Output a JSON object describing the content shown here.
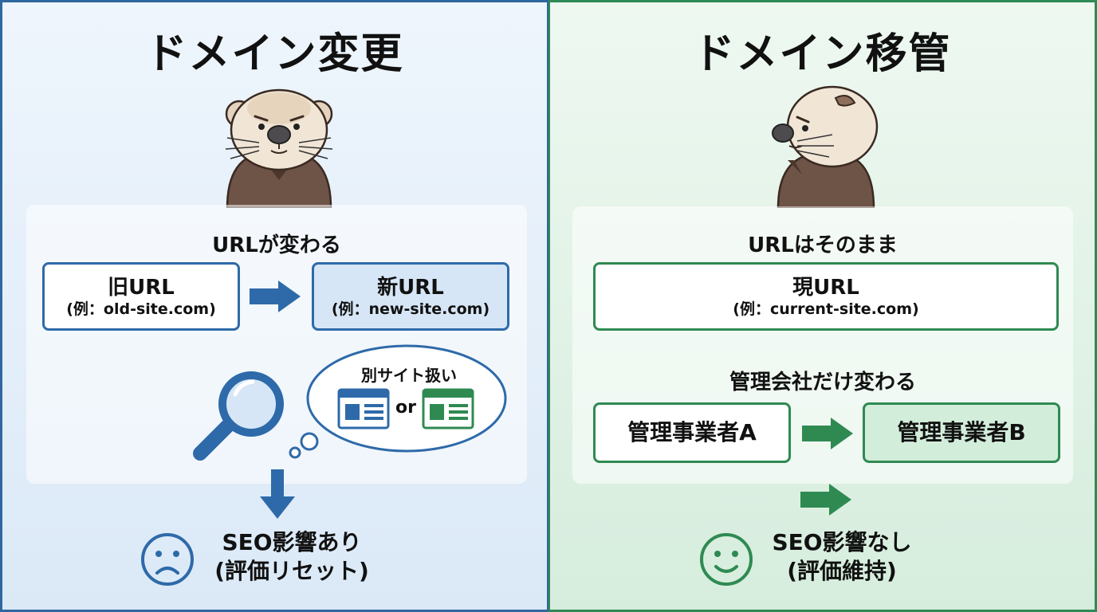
{
  "left": {
    "title": "ドメイン変更",
    "caption": "URLが変わる",
    "old_box": {
      "title": "旧URL",
      "example": "(例：old-site.com)"
    },
    "new_box": {
      "title": "新URL",
      "example": "(例：new-site.com)"
    },
    "bubble": {
      "text": "別サイト扱い",
      "or": "or"
    },
    "result": {
      "line1": "SEO影響あり",
      "line2": "(評価リセット)"
    }
  },
  "right": {
    "title": "ドメイン移管",
    "caption": "URLはそのまま",
    "current_box": {
      "title": "現URL",
      "example": "(例：current-site.com)"
    },
    "caption2": "管理会社だけ変わる",
    "manager_a": "管理事業者A",
    "manager_b": "管理事業者B",
    "result": {
      "line1": "SEO影響なし",
      "line2": "(評価維持)"
    }
  },
  "colors": {
    "blue": "#2e6aa9",
    "green": "#2f8a52",
    "otter_fur": "#6e5347",
    "otter_face": "#f1e6d6"
  }
}
